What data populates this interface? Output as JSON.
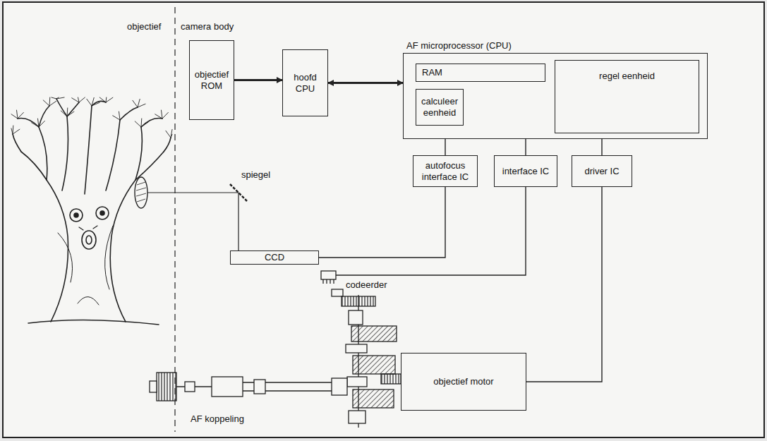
{
  "diagram": {
    "nodes": [
      {
        "text": [
          "objectief ROM"
        ]
      },
      {
        "text": [
          "hoofd CPU"
        ]
      },
      {
        "text": [
          "AF microprocessor (CPU)"
        ]
      },
      {
        "text": [
          "RAM"
        ],
        "in": 2
      },
      {
        "text": [
          "calculeer eenheid"
        ],
        "in": 2
      },
      {
        "text": [
          "regel eenheid"
        ],
        "in": 2
      },
      {
        "text": [
          "autofocus interface IC"
        ]
      },
      {
        "text": [
          "interface IC"
        ]
      },
      {
        "text": [
          "driver IC"
        ]
      },
      {
        "text": [
          "CCD"
        ]
      },
      {
        "text": [
          "objectief motor"
        ]
      }
    ],
    "edges": [
      {
        "from": 0,
        "to": 1,
        "arrow": "to"
      },
      {
        "from": 1,
        "to": 2,
        "arrow": "both"
      },
      {
        "from": 2,
        "to": 6,
        "arrow": "none"
      },
      {
        "from": 2,
        "to": 7,
        "arrow": "none"
      },
      {
        "from": 2,
        "to": 8,
        "arrow": "none"
      },
      {
        "from": 6,
        "to": 9,
        "arrow": "none"
      },
      {
        "from": 8,
        "to": 10,
        "arrow": "none"
      }
    ],
    "labels": [
      "objectief",
      "camera body",
      "spiegel",
      "codeerder",
      "AF koppeling"
    ]
  }
}
